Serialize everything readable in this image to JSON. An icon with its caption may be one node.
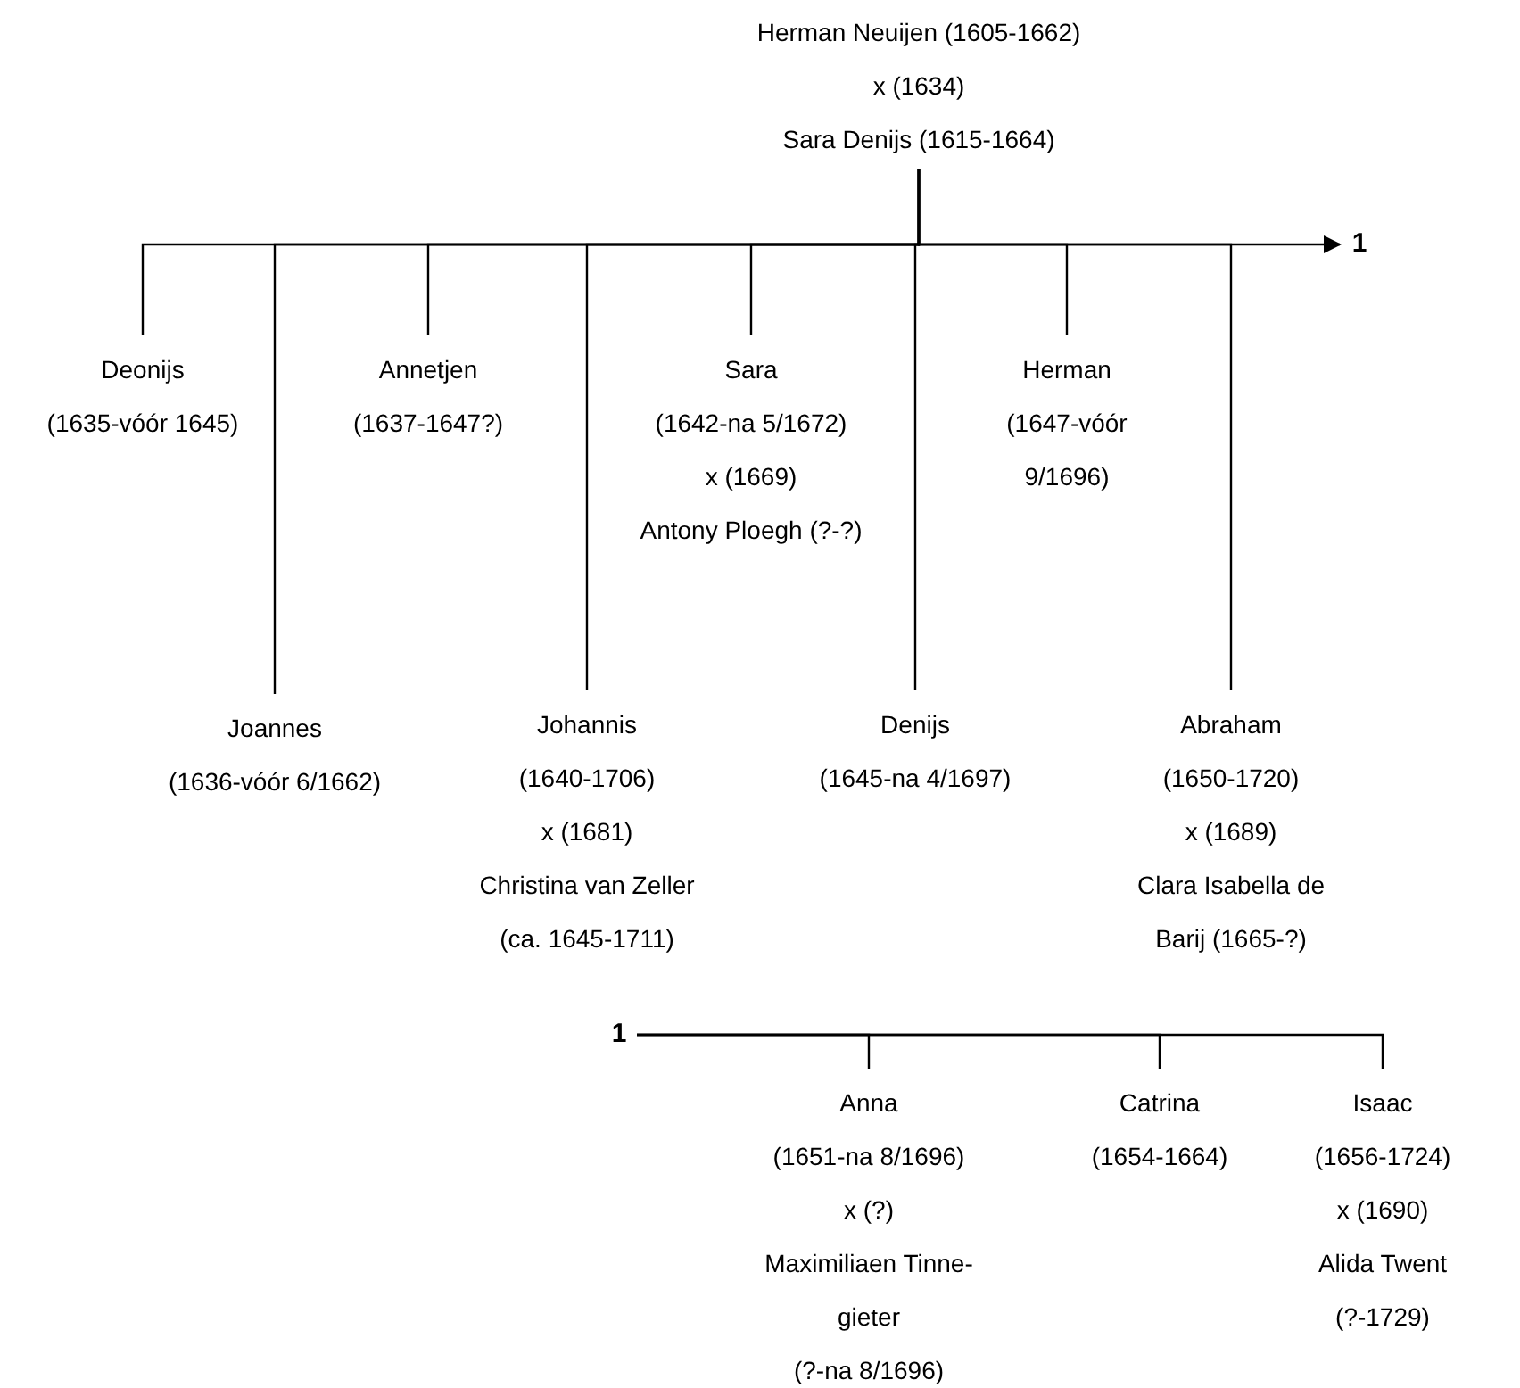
{
  "diagram": {
    "nodes": [
      {
        "text": [
          "Herman Neuijen (1605-1662)",
          "x (1634)",
          "Sara Denijs (1615-1664)"
        ]
      },
      {
        "text": [
          "Deonijs",
          "(1635-vóór 1645)"
        ]
      },
      {
        "text": [
          "Joannes",
          "(1636-vóór 6/1662)"
        ]
      },
      {
        "text": [
          "Annetjen",
          "(1637-1647?)"
        ]
      },
      {
        "text": [
          "Johannis",
          "(1640-1706)",
          "x (1681)",
          "Christina van Zeller (ca. 1645-1711)"
        ]
      },
      {
        "text": [
          "Sara",
          "(1642-na 5/1672)",
          "x (1669)",
          "Antony Ploegh (?-?)"
        ]
      },
      {
        "text": [
          "Denijs",
          "(1645-na 4/1697)"
        ]
      },
      {
        "text": [
          "Herman",
          "(1647-vóór 9/1696)"
        ]
      },
      {
        "text": [
          "Abraham",
          "(1650-1720)",
          "x (1689)",
          "Clara Isabella de Barij (1665-?)"
        ]
      },
      {
        "text": [
          "1"
        ]
      },
      {
        "text": [
          "1"
        ]
      },
      {
        "text": [
          "Anna",
          "(1651-na 8/1696)",
          "x (?)",
          "Maximiliaen Tinne-gieter",
          "(?-na 8/1696)"
        ]
      },
      {
        "text": [
          "Catrina",
          "(1654-1664)"
        ]
      },
      {
        "text": [
          "Isaac",
          "(1656-1724)",
          "x (1690)",
          "Alida Twent (?-1729)"
        ]
      }
    ],
    "edges": [
      {
        "from": 0,
        "to": 1,
        "arrow": "none"
      },
      {
        "from": 0,
        "to": 2,
        "arrow": "none"
      },
      {
        "from": 0,
        "to": 3,
        "arrow": "none"
      },
      {
        "from": 0,
        "to": 4,
        "arrow": "none"
      },
      {
        "from": 0,
        "to": 5,
        "arrow": "none"
      },
      {
        "from": 0,
        "to": 6,
        "arrow": "none"
      },
      {
        "from": 0,
        "to": 7,
        "arrow": "none"
      },
      {
        "from": 0,
        "to": 8,
        "arrow": "none"
      },
      {
        "from": 0,
        "to": 9,
        "arrow": "to"
      },
      {
        "from": 10,
        "to": 11,
        "arrow": "none"
      },
      {
        "from": 10,
        "to": 12,
        "arrow": "none"
      },
      {
        "from": 10,
        "to": 13,
        "arrow": "none"
      }
    ]
  }
}
